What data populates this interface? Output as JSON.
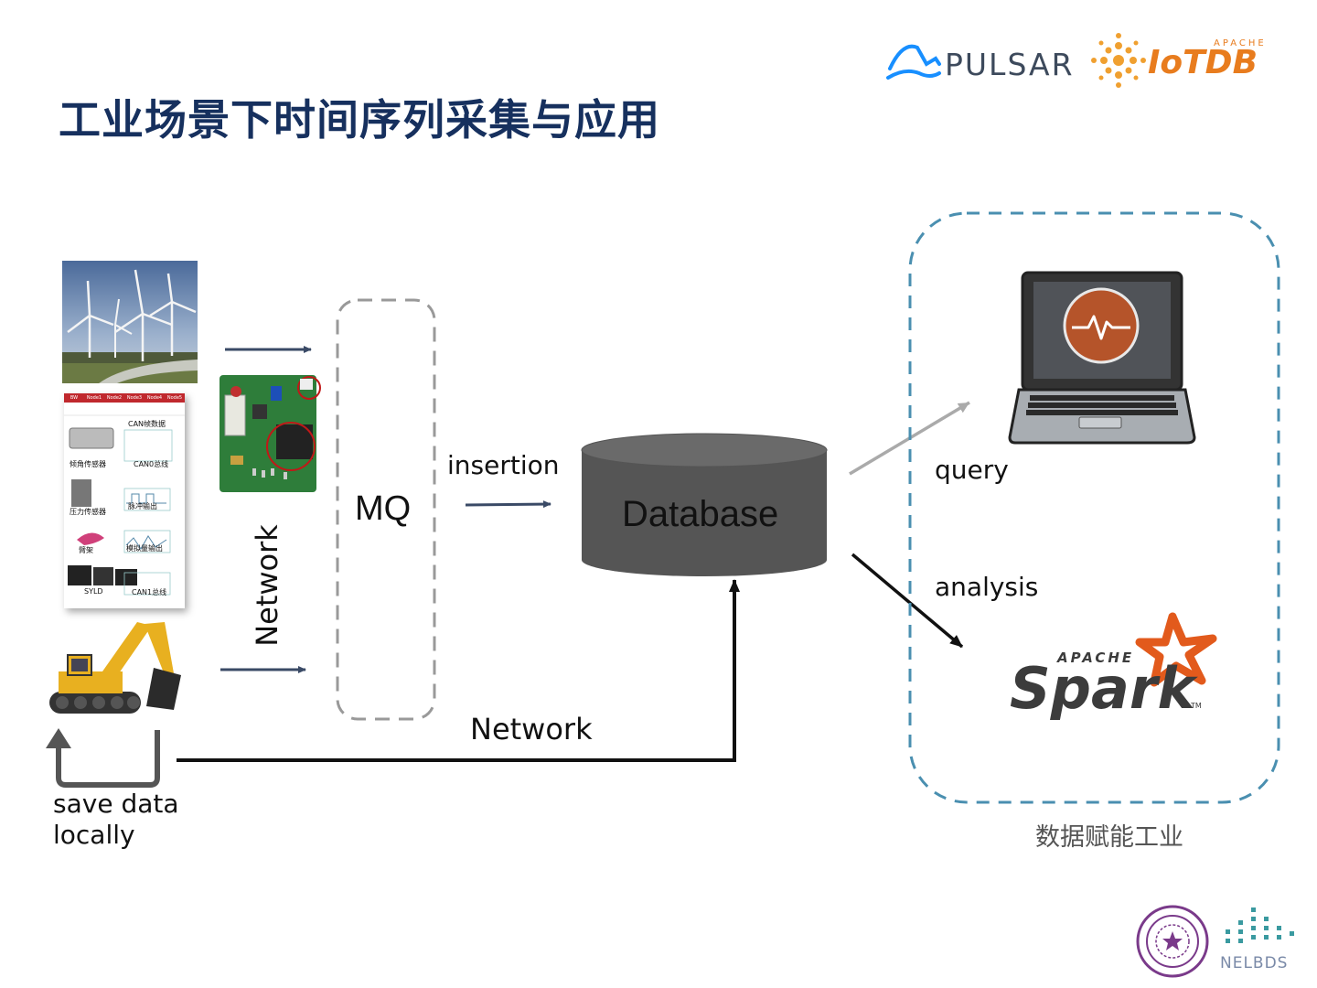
{
  "title": "工业场景下时间序列采集与应用",
  "logos": {
    "pulsar": "PULSAR",
    "iotdb_top": "APACHE",
    "iotdb": "IoTDB",
    "spark_top": "APACHE",
    "spark": "Spark",
    "spark_tm": "TM",
    "nelbds": "NELBDS"
  },
  "sensor_panel": {
    "header_tabs": [
      "BW",
      "Node1",
      "Node2",
      "Node3",
      "Node4",
      "Node5"
    ],
    "items": [
      "CAN帧数据",
      "倾角传感器",
      "CAN0总线",
      "压力传感器",
      "脉冲输出",
      "臂架",
      "模拟量输出",
      "SYLD",
      "CAN1总线"
    ]
  },
  "labels": {
    "network_vertical": "Network",
    "mq": "MQ",
    "insertion": "insertion",
    "database": "Database",
    "network_bottom": "Network",
    "save_data_line1": "save data",
    "save_data_line2": "locally",
    "query": "query",
    "analysis": "analysis",
    "group_caption": "数据赋能工业"
  },
  "colors": {
    "title": "#16305e",
    "arrow_dark": "#3a4a66",
    "database": "#555555",
    "dashed_group": "#4a8fb0",
    "dashed_mq": "#999999",
    "laptop_screen_circle": "#b5542a",
    "spark_star": "#e25a1c",
    "iotdb_orange": "#f0a030",
    "pulsar_blue": "#188fff"
  }
}
